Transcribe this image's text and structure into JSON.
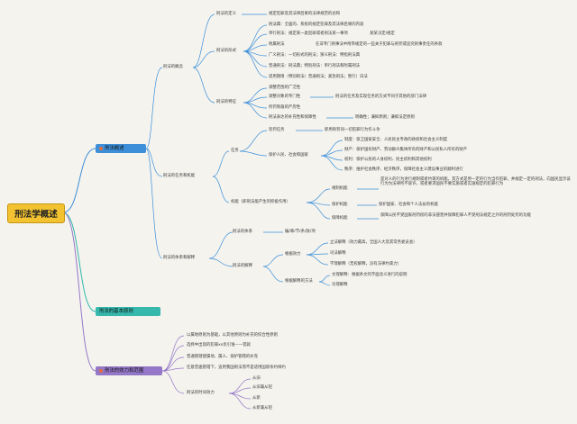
{
  "root": "刑法学概述",
  "topics": {
    "t1": "刑法概述",
    "t2": "刑法的基本原则",
    "t3": "刑法的效力和范围"
  },
  "nodes": {
    "a": "刑法的概念",
    "a1": "刑法的定义",
    "a1a": "规定犯罪及其法律后果的法律规范的总和",
    "a2": "刑法的形式",
    "a2a": "刑法典：全面的、系统的规定犯罪及其法律后果的内容",
    "a2b": "单行刑法：规定某一类犯罪或者刑法某一事项",
    "a2b1": "某某决定/规定",
    "a2c": "附属刑法",
    "a2c1": "在非专门刑事法中附带规定的一些关于犯罪与刑罚或追究刑事责任的条款",
    "a2d": "广义刑法：一切形式的刑法；狭义刑法：特指刑法典",
    "a2e": "普通刑法：刑法典；特别刑法：单行刑法和附属刑法",
    "a2f": "适用期限（特别刑法）普通刑法；紧急刑法；暂行）日法",
    "a3": "刑法的特征",
    "a3a": "调整范围的广泛性",
    "a3b": "调整对象的专门性",
    "a3b1": "刑法的任务及实现任务的方式不同于其他的部门法律",
    "a3c": "所罚制裁的严厉性",
    "a3d": "刑法表达的补充性和保障性",
    "a3d1": "明确性；谦抑原则；谦抑法定原则",
    "b": "刑法的任务和机能",
    "b1": "任务",
    "b1a": "惩罚任务",
    "b1a1": "即用刑罚同一切犯罪行为作斗争",
    "b1b": "保护人民、社会和国家",
    "b1b1": "制度：保卫国家安全、人民民主专政的政权和社会主义制度",
    "b1b2": "财产：保护国有财产、劳动群众集体所有的财产和公民私人所有的财产",
    "b1b3": "权利：保护公民的人身权利、民主权利和其他权利",
    "b1b4": "秩序：维护社会秩序、经济秩序，保障社会主义建设事业的顺利进行",
    "b2": "机能（即刑法能产生的积极作用）",
    "b2a": "规制机能",
    "b2a1": "是对人的行为进行规制或者约束的机能。其方式是用一定的行为当作犯罪，并规定一定的刑法，向国民显示该行为为法律所不容许，或者要求国民不要实施或者实施规定的犯罪行为",
    "b2b": "保护机能",
    "b2b1": "保护国家、社会和个人法益的机能",
    "b2c": "保障机能",
    "b2c1": "保障公民不受国家刑罚权的非法侵害并保障犯罪人不受刑法规定之外的刑罚处罚的功能",
    "c": "刑法的体系和解释",
    "c1": "刑法的体系",
    "c1a": "编/章/节/条/款/项",
    "c2": "刑法的解释",
    "c2a": "根据效力",
    "c2a1": "立法解释（效力最高，全国人大及其常务委员会）",
    "c2a2": "司法解释",
    "c2a3": "学理解释（无权解释，没有法律约束力）",
    "c2b": "根据解释的方法",
    "c2b1": "文理解释：根据条文的字面含义进行的说明",
    "c2b2": "论理解释",
    "d1": "以属地原则为基础，以其他原则为补充的综合性原则",
    "d2": "选择中出现的犯罪xx优引谁——错就",
    "d3": "普通管辖使属地、属人、保护管辖的补充",
    "d4": "任意普遍管辖下，追用我国刑法而不是适用国际条约缔约",
    "d5": "刑法的时间效力",
    "d5a": "从旧",
    "d5b": "从旧兼从轻",
    "d5c": "从新",
    "d5d": "从新兼从轻"
  },
  "colors": {
    "branch_blue": "#3d8fd9",
    "branch_teal": "#36b8ad",
    "branch_purple": "#9577c8",
    "root_fill": "#f2c230"
  }
}
